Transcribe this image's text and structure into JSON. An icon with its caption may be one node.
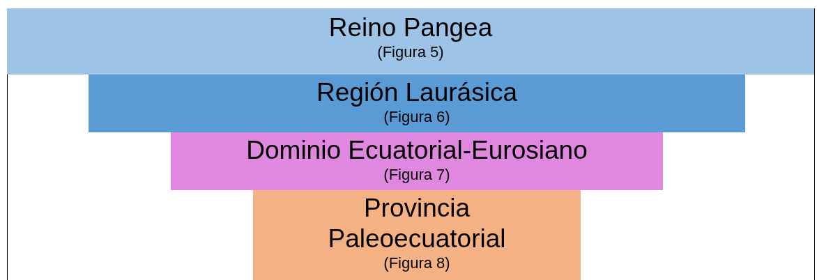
{
  "diagram": {
    "nodes": [
      {
        "text": [
          "Reino Pangea",
          "(Figura 5)"
        ]
      },
      {
        "text": [
          "Región Laurásica",
          "(Figura 6)"
        ]
      },
      {
        "text": [
          "Dominio Ecuatorial-Eurosiano",
          "(Figura 7)"
        ]
      },
      {
        "text": [
          "Provincia Paleoecuatorial",
          "(Figura 8)"
        ]
      }
    ]
  }
}
